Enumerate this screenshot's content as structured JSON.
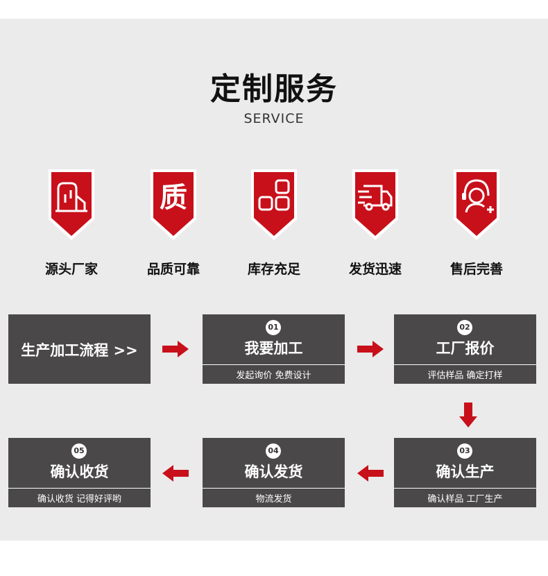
{
  "header": {
    "title": "定制服务",
    "subtitle": "SERVICE"
  },
  "colors": {
    "accent": "#c8101b",
    "box": "#4a4849",
    "panel": "#ebebeb"
  },
  "features": [
    {
      "label": "源头厂家",
      "icon": "factory-icon"
    },
    {
      "label": "品质可靠",
      "icon": "quality-icon",
      "glyph": "质"
    },
    {
      "label": "库存充足",
      "icon": "stock-icon"
    },
    {
      "label": "发货迅速",
      "icon": "truck-icon"
    },
    {
      "label": "售后完善",
      "icon": "support-icon"
    }
  ],
  "process": {
    "start_label": "生产加工流程 >>",
    "steps": [
      {
        "num": "01",
        "title": "我要加工",
        "sub": "发起询价 免费设计"
      },
      {
        "num": "02",
        "title": "工厂报价",
        "sub": "评估样品 确定打样"
      },
      {
        "num": "03",
        "title": "确认生产",
        "sub": "确认样品 工厂生产"
      },
      {
        "num": "04",
        "title": "确认发货",
        "sub": "物流发货"
      },
      {
        "num": "05",
        "title": "确认收货",
        "sub": "确认收货 记得好评哟"
      }
    ]
  }
}
